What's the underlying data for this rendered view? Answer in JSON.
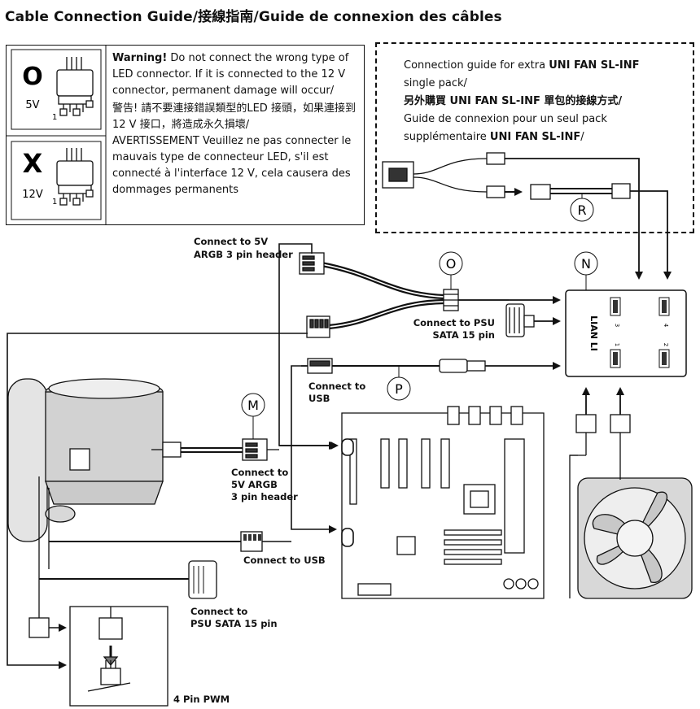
{
  "title": "Cable Connection Guide/接線指南/Guide de connexion des câbles",
  "warning": {
    "ok_symbol": "O",
    "ok_voltage": "5V",
    "bad_symbol": "X",
    "bad_voltage": "12V",
    "pin_one": "1",
    "en_bold": "Warning!",
    "en_text": " Do not connect the wrong type of LED connector. If it is connected to the 12 V connector, permanent damage will occur/",
    "zh": "警告! 請不要連接錯誤類型的LED 接頭，如果連接到 12 V 接口，將造成永久損壞/",
    "fr": "AVERTISSEMENT Veuillez ne pas connecter le mauvais type de connecteur LED, s'il est connecté à l'interface 12 V, cela causera des dommages permanents"
  },
  "extra_pack": {
    "en_pre": "Connection guide for extra ",
    "en_bold": "UNI FAN SL-INF",
    "en_post": " single pack/",
    "zh_pre": "另外購買 ",
    "zh_bold": "UNI FAN SL-INF",
    "zh_post": " 單包的接線方式/",
    "fr_line1": "Guide de connexion pour un seul pack",
    "fr_pre": "supplémentaire ",
    "fr_bold": "UNI FAN SL-INF",
    "fr_post": "/"
  },
  "markers": {
    "r": "R",
    "o": "O",
    "n": "N",
    "p": "P",
    "m": "M"
  },
  "labels": {
    "argb_header": "Connect to  5V\nARGB 3 pin header",
    "psu_sata_top": "Connect to PSU\nSATA 15 pin",
    "usb_top": "Connect to\nUSB",
    "argb_5v": "Connect to\n5V ARGB\n3 pin header",
    "usb_bottom": "Connect to USB",
    "psu_sata_bottom": "Connect to\nPSU SATA 15 pin",
    "pwm": "4 Pin PWM"
  },
  "hub": {
    "brand": "LIAN LI",
    "ports": [
      "3",
      "4",
      "1",
      "2"
    ]
  },
  "colors": {
    "line": "#111111",
    "gray": "#bdbdbd",
    "light": "#e8e8e8"
  }
}
